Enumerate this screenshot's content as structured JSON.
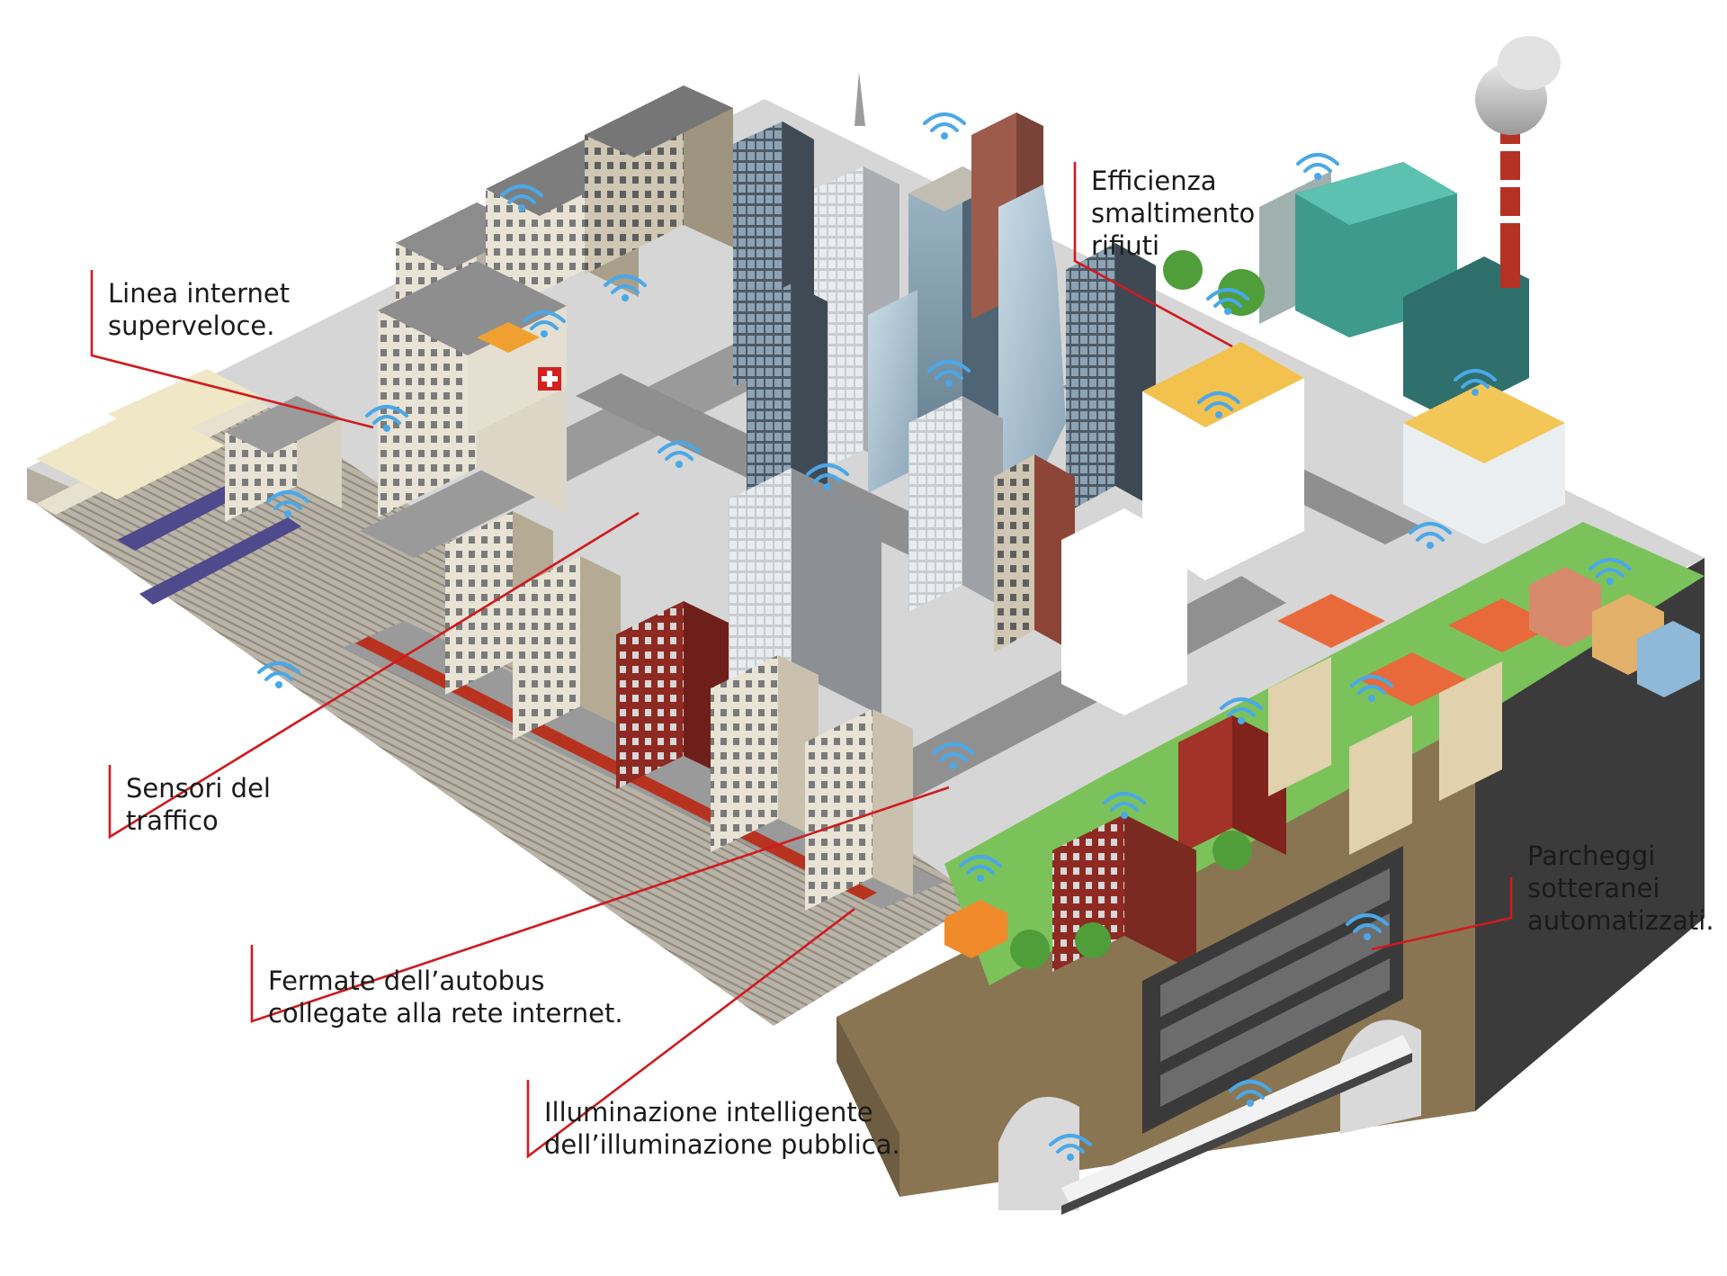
{
  "callouts": {
    "internet": "Linea internet\nsuperveloce.",
    "waste": "Efficienza\nsmaltimento\nrifiuti",
    "traffic": "Sensori del\ntraffico",
    "parking": "Parcheggi\nsotteranei\nautomatizzati.",
    "bus": "Fermate dell’autobus\ncollegate alla rete internet.",
    "lighting": "Illuminazione intelligente\ndell’illuminazione pubblica."
  },
  "colors": {
    "leader": "#d01a1f",
    "wifi": "#4aa8e8",
    "ground": "#d8d8d8",
    "road": "#8c8c8c",
    "grass": "#7cc25a",
    "earth": "#8a7553"
  },
  "icons": [
    "wifi-icon",
    "hospital-cross-icon",
    "recycle-truck-icon"
  ]
}
